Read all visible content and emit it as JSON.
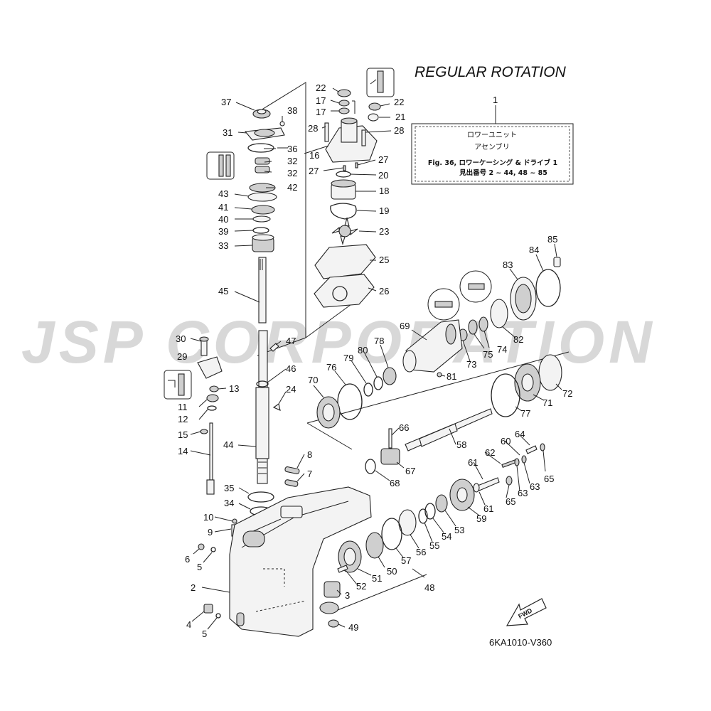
{
  "title": "REGULAR ROTATION",
  "watermark": "JSP CORPORATION",
  "figure_code": "6KA1010-V360",
  "fwd_label": "FWD",
  "info_box": {
    "ref_number": "1",
    "line1": "ロワーユニット",
    "line2": "アセンブリ",
    "line3": "Fig. 36, ロワーケーシング & ドライブ 1",
    "line4": "見出番号 2 ~ 44, 48 ~ 85"
  },
  "callouts": {
    "n37": "37",
    "n38": "38",
    "n31": "31",
    "n36": "36",
    "n32a": "32",
    "n32b": "32",
    "n42": "42",
    "n43": "43",
    "n41": "41",
    "n40": "40",
    "n39": "39",
    "n33": "33",
    "n45": "45",
    "n30": "30",
    "n47": "47",
    "n29": "29",
    "n46": "46",
    "n13": "13",
    "n24": "24",
    "n11": "11",
    "n12": "12",
    "n15": "15",
    "n14": "14",
    "n44": "44",
    "n8": "8",
    "n7": "7",
    "n35": "35",
    "n34": "34",
    "n10": "10",
    "n9": "9",
    "n6": "6",
    "n5a": "5",
    "n2": "2",
    "n4": "4",
    "n5b": "5",
    "n22a": "22",
    "n17a": "17",
    "n17b": "17",
    "n22b": "22",
    "n21": "21",
    "n28a": "28",
    "n28b": "28",
    "n16": "16",
    "n27a": "27",
    "n27b": "27",
    "n20": "20",
    "n18": "18",
    "n19": "19",
    "n23": "23",
    "n25": "25",
    "n26": "26",
    "n85": "85",
    "n84": "84",
    "n83": "83",
    "n69": "69",
    "n82": "82",
    "n75": "75",
    "n74": "74",
    "n73": "73",
    "n78": "78",
    "n80": "80",
    "n79": "79",
    "n76": "76",
    "n70": "70",
    "n81": "81",
    "n72": "72",
    "n71": "71",
    "n77": "77",
    "n66": "66",
    "n58": "58",
    "n67": "67",
    "n68": "68",
    "n64": "64",
    "n60": "60",
    "n62": "62",
    "n65a": "65",
    "n65b": "65",
    "n61a": "61",
    "n61b": "61",
    "n63a": "63",
    "n63b": "63",
    "n59": "59",
    "n53": "53",
    "n54": "54",
    "n55": "55",
    "n56": "56",
    "n57": "57",
    "n50": "50",
    "n51": "51",
    "n52": "52",
    "n3": "3",
    "n48": "48",
    "n49": "49"
  }
}
